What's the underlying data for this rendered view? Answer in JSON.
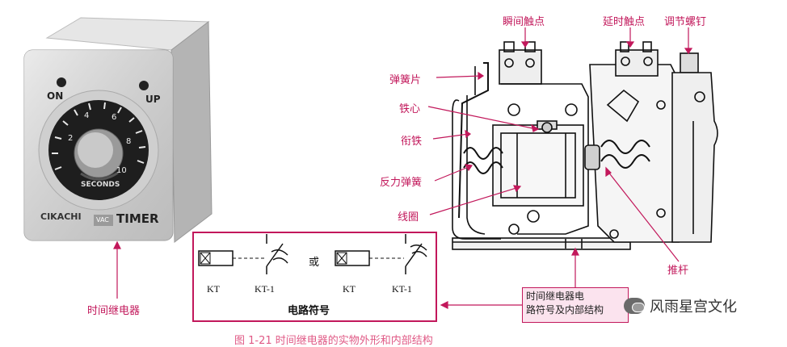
{
  "labels": {
    "instant_contact": "瞬间触点",
    "delay_contact": "延时触点",
    "adjust_screw": "调节螺钉",
    "spring_plate": "弹簧片",
    "iron_core": "铁心",
    "armature": "衔铁",
    "reaction_spring": "反力弹簧",
    "coil": "线圈",
    "push_rod": "推杆",
    "time_relay": "时间继电器"
  },
  "device": {
    "on": "ON",
    "up": "UP",
    "seconds": "SECONDS",
    "brand": "CIKACHI",
    "vac": "VAC",
    "timer": "TIMER",
    "dial_numbers": [
      "2",
      "4",
      "6",
      "8",
      "10"
    ]
  },
  "symbol_box": {
    "kt1": "KT",
    "kt1_contact": "KT-1",
    "or": "或",
    "kt2": "KT",
    "kt2_contact": "KT-1",
    "title": "电路符号"
  },
  "note": {
    "line1": "时间继电器电",
    "line2": "路符号及内部结构"
  },
  "watermark": "风雨星宫文化",
  "caption": "图 1-21  时间继电器的实物外形和内部结构",
  "colors": {
    "accent": "#c2185b",
    "note_bg": "#fbe3ee"
  }
}
